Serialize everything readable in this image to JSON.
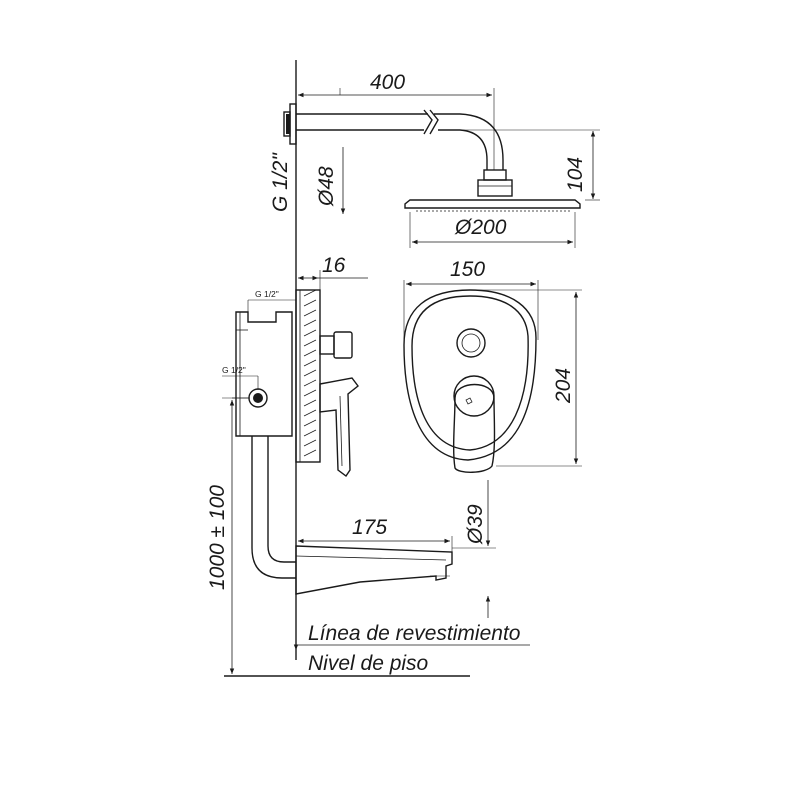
{
  "dimensions": {
    "arm_length": "400",
    "arm_height": "104",
    "arm_tube": "Ø48",
    "head_diameter": "Ø200",
    "thread_main": "G 1/2\"",
    "plate_depth": "16",
    "plate_width": "150",
    "plate_height": "204",
    "spout_length": "175",
    "spout_diameter": "Ø39",
    "mount_height": "1000 ± 100",
    "thread_small_top": "G 1/2\"",
    "thread_small_side": "G 1/2\""
  },
  "labels": {
    "cladding_line": "Línea de revestimiento",
    "floor_level": "Nivel de piso"
  }
}
